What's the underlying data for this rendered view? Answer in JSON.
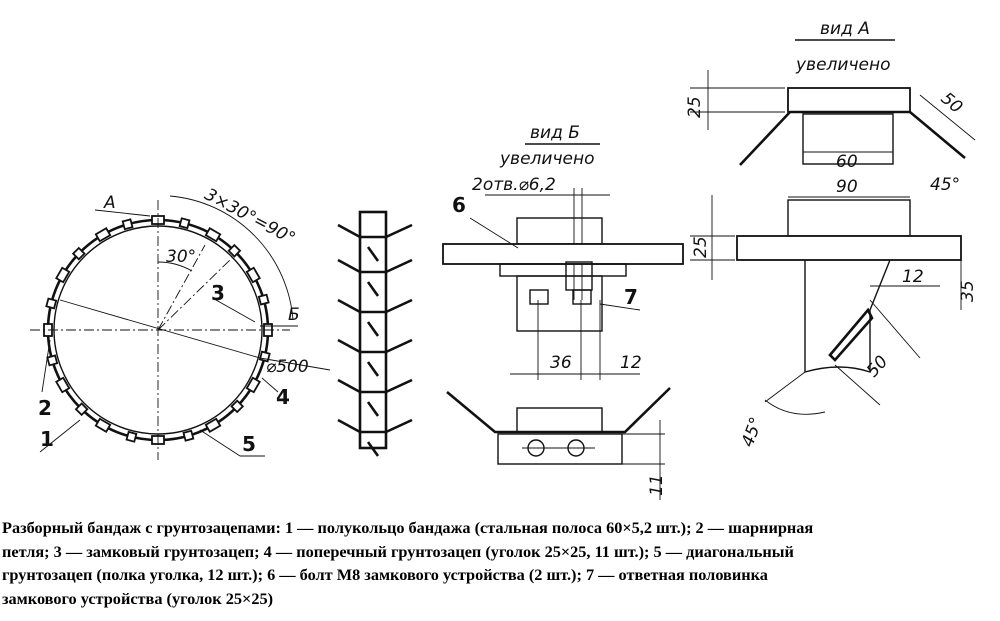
{
  "figure": {
    "ring_view": {
      "view_marker_a": "А",
      "angle_total": "3×30°=90°",
      "angle_single": "30°",
      "view_marker_b": "Б",
      "diameter": "⌀500",
      "callouts": [
        "1",
        "2",
        "3",
        "4",
        "5"
      ]
    },
    "view_b": {
      "title": "вид Б",
      "subtitle": "увеличено",
      "holes": "2отв.⌀6,2",
      "callout_6": "6",
      "callout_7": "7",
      "dim_36": "36",
      "dim_12": "12",
      "dim_11": "11"
    },
    "view_a": {
      "title": "вид А",
      "subtitle": "увеличено",
      "dim_25_top": "25",
      "dim_50_top": "50",
      "dim_60": "60",
      "angle_45_top": "45°",
      "dim_90": "90",
      "dim_25_mid": "25",
      "dim_12": "12",
      "dim_35": "35",
      "dim_50_bottom": "50",
      "angle_45_bottom": "45°"
    }
  },
  "caption_lines": [
    "Разборный бандаж с грунтозацепами: 1 — полукольцо бандажа (стальная полоса 60×5,2 шт.); 2 — шарнирная",
    "петля; 3 — замковый грунтозацеп; 4 — поперечный грунтозацеп (уголок 25×25, 11 шт.); 5 — диагональный",
    "грунтозацеп (полка уголка, 12 шт.); 6 — болт М8 замкового устройства (2 шт.); 7 — ответная половинка",
    "замкового устройства (уголок 25×25)"
  ]
}
